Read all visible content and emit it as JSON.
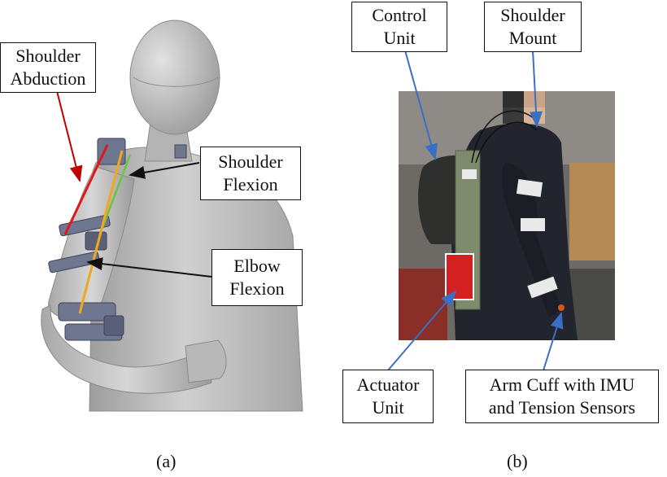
{
  "panel_a": {
    "caption": "(a)",
    "labels": {
      "shoulder_abduction": [
        "Shoulder",
        "Abduction"
      ],
      "shoulder_flexion": [
        "Shoulder",
        "Flexion"
      ],
      "elbow_flexion": [
        "Elbow",
        "Flexion"
      ]
    }
  },
  "panel_b": {
    "caption": "(b)",
    "labels": {
      "control_unit": [
        "Control",
        "Unit"
      ],
      "shoulder_mount": [
        "Shoulder",
        "Mount"
      ],
      "actuator_unit": [
        "Actuator",
        "Unit"
      ],
      "arm_cuff": [
        "Arm Cuff with IMU",
        "and Tension Sensors"
      ]
    }
  },
  "colors": {
    "abduction_cable": "#e01818",
    "flexion_cable": "#6cc24a",
    "elbow_cable": "#f2a81d",
    "callout_arrow_b": "#3b6fc4",
    "mannequin": "#bdbdbd",
    "brace": "#6e7690"
  }
}
